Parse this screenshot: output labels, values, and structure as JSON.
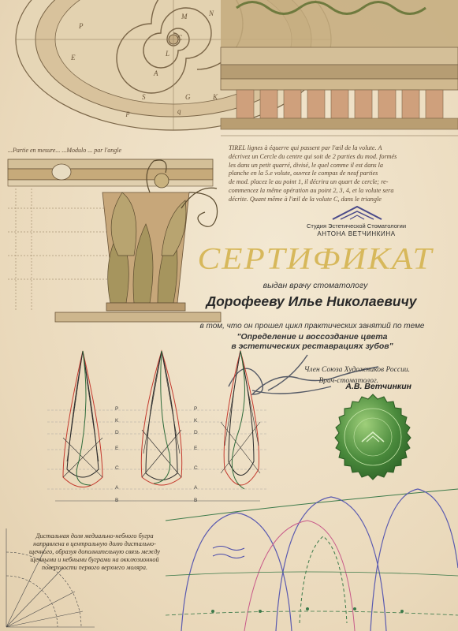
{
  "header_engraving": {
    "letters": [
      "P",
      "M",
      "N",
      "L",
      "S",
      "E",
      "K",
      "G",
      "A",
      "C",
      "p",
      "q"
    ]
  },
  "engraving_text": {
    "capital_caption": "...Partie en mesure...  ...Modulo ...  par l'angle",
    "tirel_paragraph": "TIREL lignes à équerre qui passent par l'œil de la volute. A\ndécrivez un Cercle du centre qui soit de 2 parties du mod. formés\nles dans un petit quarré, divisé, le quel comme il est dans la\nplanche en la 5.e volute, ouvrez le compas de neuf parties\nde mod. placez le au point 1, il décrira un quart de cercle; re-\ncommencez la même opération au point 2, 3, 4, et la volute sera\ndécrite.        Quant même à l'œil de la volute C, dans le triangle"
  },
  "studio": {
    "line1": "Студия Эстетической Стоматологии",
    "line2": "АНТОНА ВЕТЧИНКИНА"
  },
  "certificate": {
    "title": "СЕРТИФИКАТ",
    "issued_to": "выдан врачу стоматологу",
    "recipient": "Дорофееву Илье Николаевичу",
    "course_intro": "в том, что он прошел цикл практических занятий по теме",
    "course_title_1": "\"Определение и воссоздание цвета",
    "course_title_2": "в эстетических реставрациях зубов\""
  },
  "signatory": {
    "membership": "Член Союза Художников России.",
    "role": "Врач-стоматолог.",
    "name": "А.В. Ветчинкин"
  },
  "tooth_drawing": {
    "letters_left": [
      "P",
      "K",
      "D",
      "E",
      "C",
      "A",
      "B"
    ],
    "letters_right": [
      "P",
      "K",
      "D",
      "E",
      "C",
      "A",
      "B"
    ]
  },
  "bottom_note": {
    "text": "Дистальная доля медиально-небного бугра направлена в центральную долю дистально-щечного, образуя дополнительную связь между щечными и небными буграми на окклюзионной поверхности первого верхнего моляра."
  },
  "colors": {
    "paper": "#efe2c8",
    "title_gold": "#d7b85b",
    "seal_green": "#4a8a3c",
    "logo_blue": "#4a4a8a"
  }
}
